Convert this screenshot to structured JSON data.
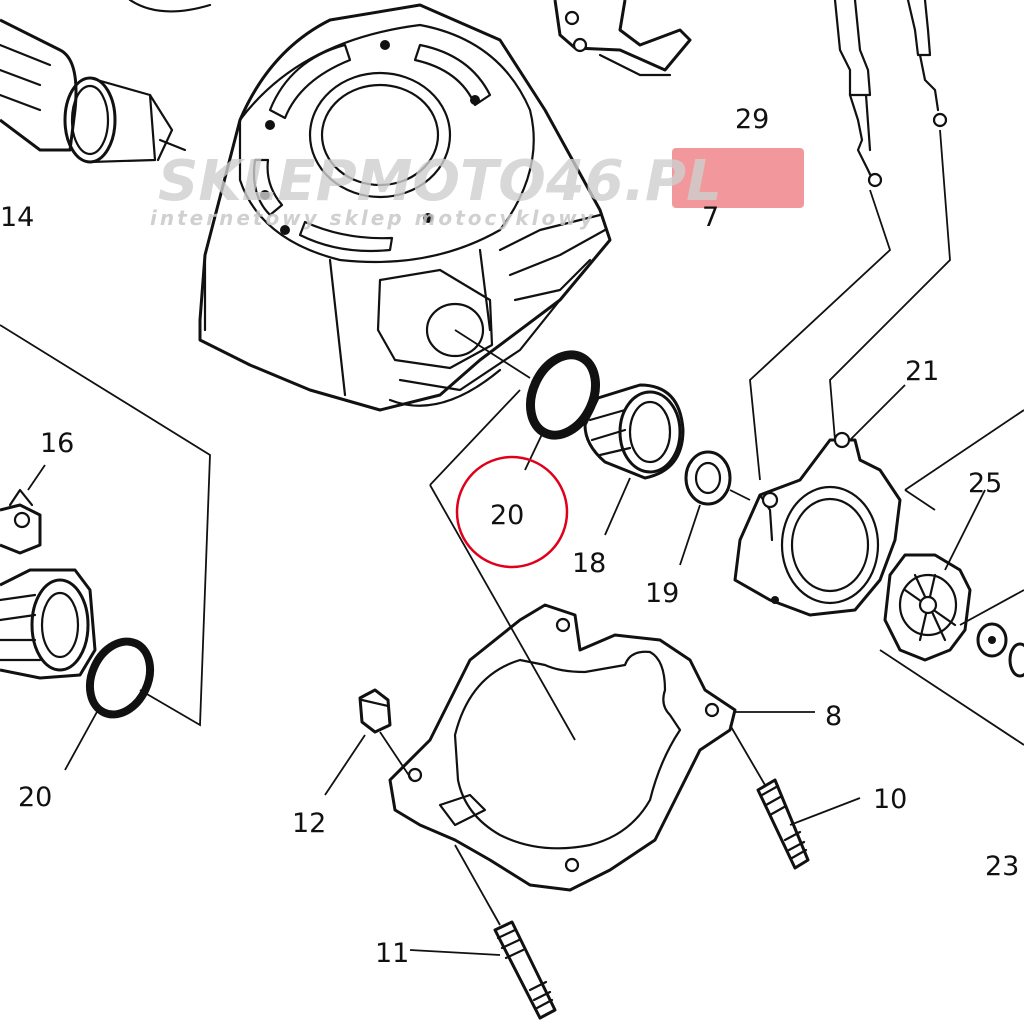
{
  "watermark": {
    "brand": "SKLEPMOTO46.PL",
    "tagline": "internetowy sklep motocyklowy",
    "brand_accent_color": "#e8434b"
  },
  "highlight": {
    "part_number": "20",
    "circle_color": "#e0001b"
  },
  "part_labels": {
    "p14": "14",
    "p7": "7",
    "p29": "29",
    "p21": "21",
    "p25": "25",
    "p16": "16",
    "p20_top": "20",
    "p18": "18",
    "p19": "19",
    "p20_bottom": "20",
    "p8": "8",
    "p12": "12",
    "p10": "10",
    "p23": "23",
    "p11": "11"
  }
}
